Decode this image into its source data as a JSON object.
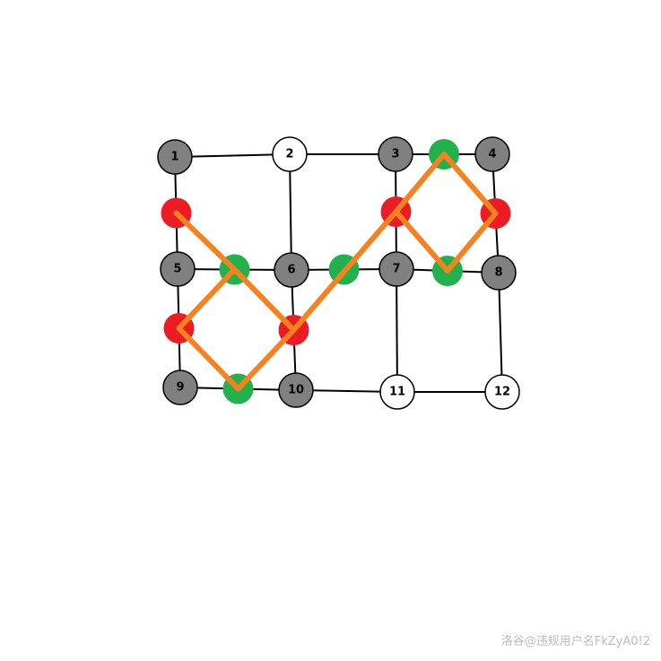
{
  "colors": {
    "gray_node": "#808080",
    "white_node": "#ffffff",
    "red_marker": "#ec1c24",
    "green_marker": "#22b14c",
    "orange_path": "#f5821f"
  },
  "nodes": [
    {
      "id": "1",
      "label": "1",
      "fill": "gray"
    },
    {
      "id": "2",
      "label": "2",
      "fill": "white"
    },
    {
      "id": "3",
      "label": "3",
      "fill": "gray"
    },
    {
      "id": "4",
      "label": "4",
      "fill": "gray"
    },
    {
      "id": "5",
      "label": "5",
      "fill": "gray"
    },
    {
      "id": "6",
      "label": "6",
      "fill": "gray"
    },
    {
      "id": "7",
      "label": "7",
      "fill": "gray"
    },
    {
      "id": "8",
      "label": "8",
      "fill": "gray"
    },
    {
      "id": "9",
      "label": "9",
      "fill": "gray"
    },
    {
      "id": "10",
      "label": "10",
      "fill": "gray"
    },
    {
      "id": "11",
      "label": "11",
      "fill": "white"
    },
    {
      "id": "12",
      "label": "12",
      "fill": "white"
    }
  ],
  "edges": [
    [
      "1",
      "2"
    ],
    [
      "2",
      "3"
    ],
    [
      "3",
      "4"
    ],
    [
      "5",
      "6"
    ],
    [
      "6",
      "7"
    ],
    [
      "7",
      "8"
    ],
    [
      "9",
      "10"
    ],
    [
      "10",
      "11"
    ],
    [
      "11",
      "12"
    ],
    [
      "1",
      "5"
    ],
    [
      "5",
      "9"
    ],
    [
      "2",
      "6"
    ],
    [
      "6",
      "10"
    ],
    [
      "3",
      "7"
    ],
    [
      "7",
      "11"
    ],
    [
      "4",
      "8"
    ],
    [
      "8",
      "12"
    ]
  ],
  "markers": [
    {
      "id": "r-1-5",
      "color": "red",
      "on_edge": [
        "1",
        "5"
      ]
    },
    {
      "id": "r-5-9",
      "color": "red",
      "on_edge": [
        "5",
        "9"
      ]
    },
    {
      "id": "r-6-10",
      "color": "red",
      "on_edge": [
        "6",
        "10"
      ]
    },
    {
      "id": "r-3-7",
      "color": "red",
      "on_edge": [
        "3",
        "7"
      ]
    },
    {
      "id": "r-4-8",
      "color": "red",
      "on_edge": [
        "4",
        "8"
      ]
    },
    {
      "id": "g-5-6",
      "color": "green",
      "on_edge": [
        "5",
        "6"
      ]
    },
    {
      "id": "g-9-10",
      "color": "green",
      "on_edge": [
        "9",
        "10"
      ]
    },
    {
      "id": "g-6-7",
      "color": "green",
      "on_edge": [
        "6",
        "7"
      ]
    },
    {
      "id": "g-3-4",
      "color": "green",
      "on_edge": [
        "3",
        "4"
      ]
    },
    {
      "id": "g-7-8",
      "color": "green",
      "on_edge": [
        "7",
        "8"
      ]
    }
  ],
  "highlighted_path": [
    "r-1-5",
    "g-5-6",
    "r-6-10",
    "g-9-10",
    "r-5-9",
    "g-5-6"
  ],
  "highlighted_path_2": [
    "r-6-10",
    "r-3-7",
    "g-3-4",
    "r-4-8",
    "g-7-8",
    "r-3-7"
  ],
  "watermark": "洛谷@违规用户名FkZyA0!2"
}
